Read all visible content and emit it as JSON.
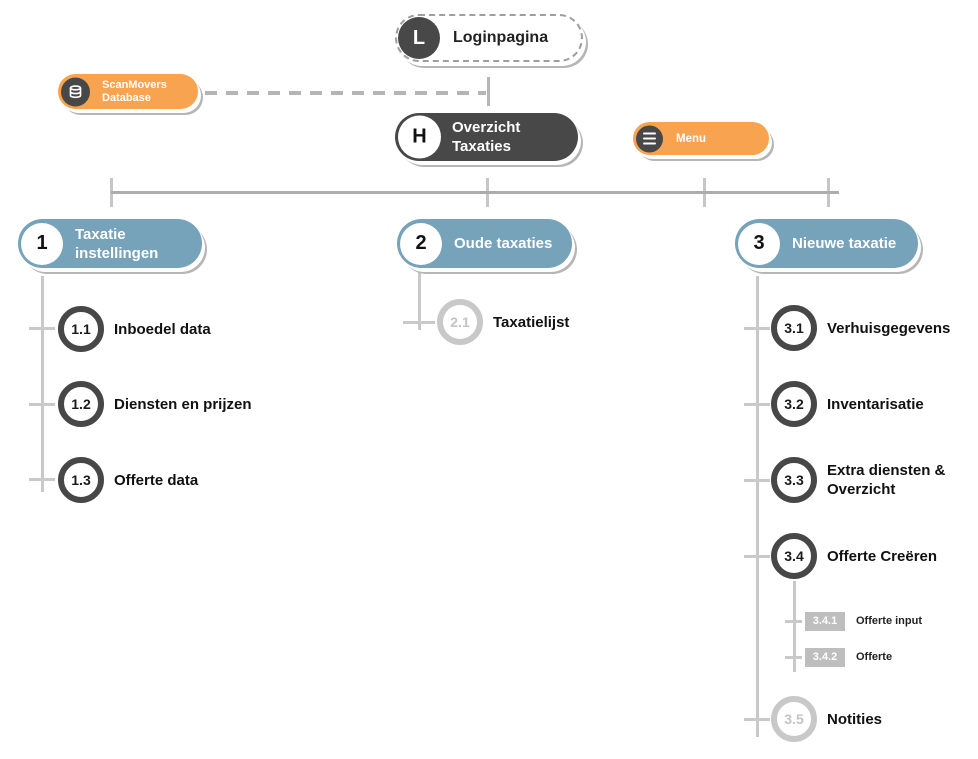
{
  "palette": {
    "orange": "#F8A34F",
    "blue": "#76A2BA",
    "dark": "#484848",
    "line": "#ADADAD",
    "tick": "#C6C6C6",
    "branchline": "#C9C9C9",
    "inactive": "#C8C8C8",
    "boxgray": "#BEBEBE"
  },
  "nodes": {
    "login": {
      "badge": "L",
      "label": "Loginpagina"
    },
    "database": {
      "icon": "database-icon",
      "label": "ScanMovers Database"
    },
    "home": {
      "badge": "H",
      "label": "Overzicht Taxaties"
    },
    "menu": {
      "icon": "menu-icon",
      "label": "Menu"
    }
  },
  "branches": [
    {
      "number": "1",
      "label": "Taxatie instellingen",
      "items": [
        {
          "number": "1.1",
          "label": "Inboedel data",
          "state": "active"
        },
        {
          "number": "1.2",
          "label": "Diensten en prijzen",
          "state": "active"
        },
        {
          "number": "1.3",
          "label": "Offerte data",
          "state": "active"
        }
      ]
    },
    {
      "number": "2",
      "label": "Oude taxaties",
      "items": [
        {
          "number": "2.1",
          "label": "Taxatielijst",
          "state": "inactive"
        }
      ]
    },
    {
      "number": "3",
      "label": "Nieuwe taxatie",
      "items": [
        {
          "number": "3.1",
          "label": "Verhuisgegevens",
          "state": "active"
        },
        {
          "number": "3.2",
          "label": "Inventarisatie",
          "state": "active"
        },
        {
          "number": "3.3",
          "label": "Extra diensten & Overzicht",
          "state": "active"
        },
        {
          "number": "3.4",
          "label": "Offerte Creëren",
          "state": "active",
          "subitems": [
            {
              "number": "3.4.1",
              "label": "Offerte input"
            },
            {
              "number": "3.4.2",
              "label": "Offerte"
            }
          ]
        },
        {
          "number": "3.5",
          "label": "Notities",
          "state": "inactive"
        }
      ]
    }
  ]
}
